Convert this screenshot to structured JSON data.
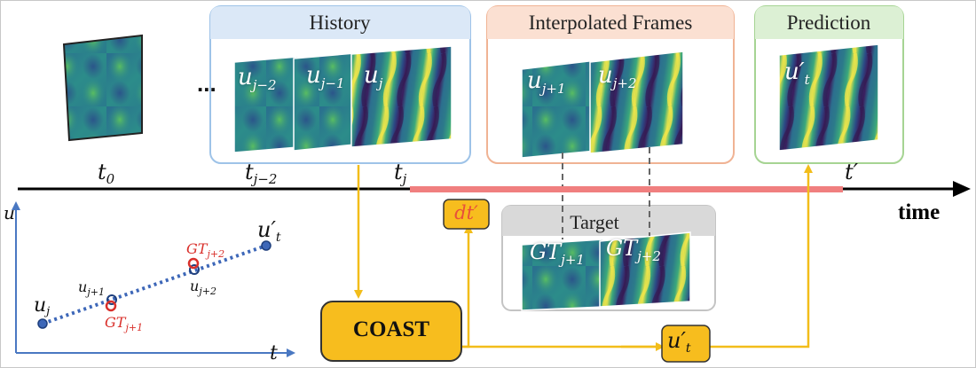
{
  "panels": {
    "history": {
      "title": "History",
      "bg": "#dbe8f7",
      "border": "#9ec3e8"
    },
    "interpolated": {
      "title": "Interpolated Frames",
      "bg": "#fbe0d2",
      "border": "#f0b394"
    },
    "prediction": {
      "title": "Prediction",
      "bg": "#dcf0d4",
      "border": "#a6d493"
    },
    "target": {
      "title": "Target",
      "bg": "#d9d9d9",
      "border": "#c4c4c4"
    }
  },
  "ellipsis": "...",
  "frames": {
    "history": [
      {
        "base": "u",
        "sub": "j−2"
      },
      {
        "base": "u",
        "sub": "j−1"
      },
      {
        "base": "u",
        "sub": "j"
      }
    ],
    "interpolated": [
      {
        "base": "u",
        "sub": "j+1"
      },
      {
        "base": "u",
        "sub": "j+2"
      }
    ],
    "prediction": [
      {
        "base": "u′",
        "sub": "t"
      }
    ],
    "target": [
      {
        "base": "GT",
        "sub": "j+1"
      },
      {
        "base": "GT",
        "sub": "j+2"
      }
    ]
  },
  "timeline": {
    "axis_label": "time",
    "ticks": [
      {
        "base": "t",
        "sub": "0"
      },
      {
        "base": "t",
        "sub": "j−2"
      },
      {
        "base": "t",
        "sub": "j"
      },
      {
        "base": "t′",
        "sub": ""
      }
    ],
    "highlight_color": "#f07f7f"
  },
  "nodes": {
    "dt": {
      "label": "dt′"
    },
    "coast": {
      "label": "COAST"
    },
    "u_out": {
      "base": "u′",
      "sub": "t"
    }
  },
  "plot": {
    "u_axis": "u",
    "t_axis": "t",
    "points": {
      "u_j": {
        "base": "u",
        "sub": "j"
      },
      "u_j1": {
        "base": "u",
        "sub": "j+1"
      },
      "u_j2": {
        "base": "u",
        "sub": "j+2"
      },
      "u_t": {
        "base": "u′",
        "sub": "t"
      },
      "gt_j1": {
        "base": "GT",
        "sub": "j+1"
      },
      "gt_j2": {
        "base": "GT",
        "sub": "j+2"
      }
    }
  },
  "colors": {
    "arrow": "#f2bd1a",
    "node_fill": "#f7bd1e",
    "plot_axis": "#4a78c2",
    "plot_line": "#3d67b8",
    "gt_red": "#d9302b",
    "frame_dark": "#3a1a55",
    "frame_teal": "#2a8c8c",
    "frame_green": "#4cc06b",
    "frame_yellow": "#f0e442"
  }
}
